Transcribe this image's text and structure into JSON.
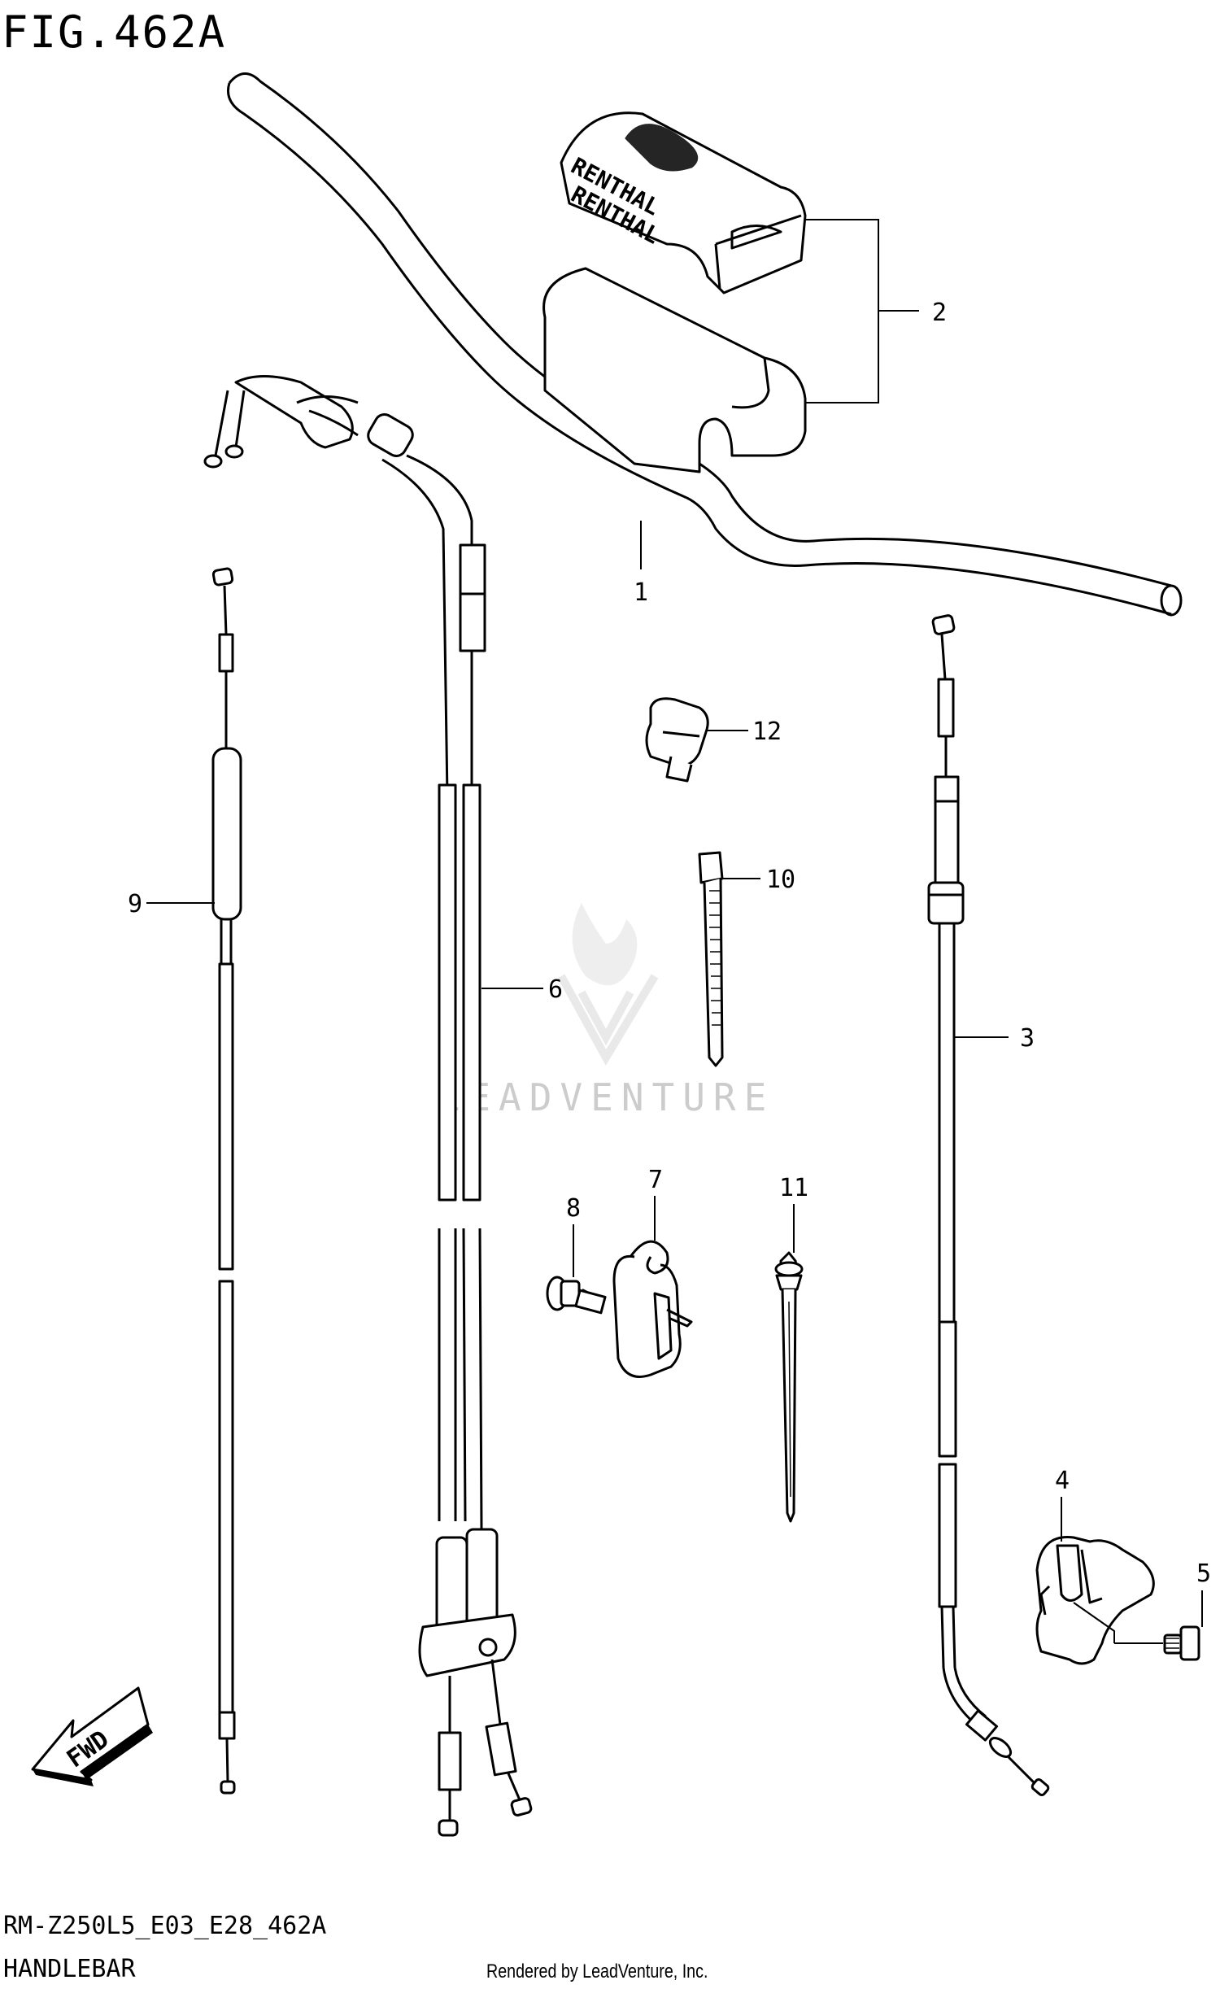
{
  "figure_id": "FIG.462A",
  "model_code": "RM-Z250L5_E03_E28_462A",
  "section_title": "HANDLEBAR",
  "credit": "Rendered by LeadVenture, Inc.",
  "watermark": "LEADVENTURE",
  "pad_brand": "RENTHAL",
  "fwd_label": "FWD",
  "callouts": [
    {
      "id": "1",
      "part": "handlebar"
    },
    {
      "id": "2",
      "part": "handlebar-pad"
    },
    {
      "id": "3",
      "part": "clutch-cable"
    },
    {
      "id": "4",
      "part": "clutch-lever-holder"
    },
    {
      "id": "5",
      "part": "bolt"
    },
    {
      "id": "6",
      "part": "throttle-cable"
    },
    {
      "id": "7",
      "part": "clamp"
    },
    {
      "id": "8",
      "part": "bolt"
    },
    {
      "id": "9",
      "part": "hot-start-cable"
    },
    {
      "id": "10",
      "part": "cable-tie"
    },
    {
      "id": "11",
      "part": "cable-tie-clip"
    },
    {
      "id": "12",
      "part": "cable-clamp"
    }
  ]
}
